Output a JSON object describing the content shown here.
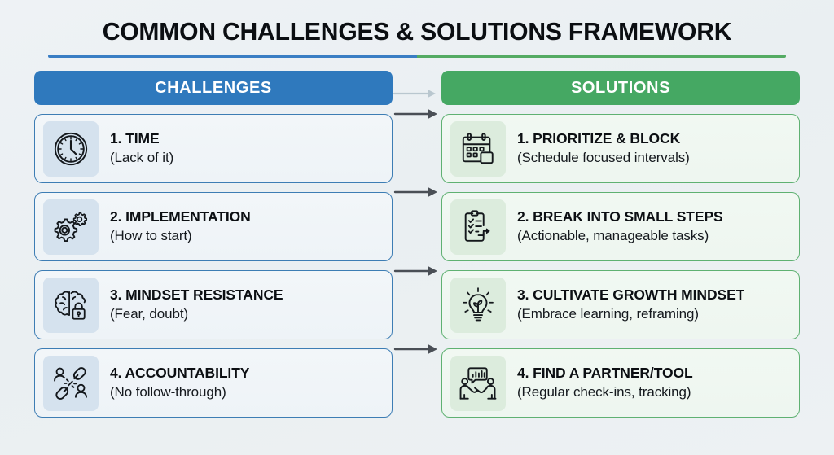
{
  "page": {
    "title": "COMMON CHALLENGES & SOLUTIONS FRAMEWORK",
    "background_color": "#eef2f5",
    "accent_blue": "#2f79bd",
    "accent_green": "#45a863",
    "arrow_color": "#4a4f56",
    "header_arrow_color": "#b9c7cf"
  },
  "columns": {
    "left": {
      "header_label": "CHALLENGES",
      "header_color": "#2f79bd",
      "border_color": "#3d7db4",
      "icon_badge_color": "#d5e2ee",
      "items": [
        {
          "title": "1. TIME",
          "subtitle": "(Lack of it)",
          "icon": "clock-icon"
        },
        {
          "title": "2. IMPLEMENTATION",
          "subtitle": "(How to start)",
          "icon": "gears-icon"
        },
        {
          "title": "3. MINDSET RESISTANCE",
          "subtitle": "(Fear, doubt)",
          "icon": "brain-lock-icon"
        },
        {
          "title": "4. ACCOUNTABILITY",
          "subtitle": "(No follow-through)",
          "icon": "broken-chain-people-icon"
        }
      ]
    },
    "right": {
      "header_label": "SOLUTIONS",
      "header_color": "#45a863",
      "border_color": "#5fb172",
      "icon_badge_color": "#dcecdd",
      "items": [
        {
          "title": "1. PRIORITIZE & BLOCK",
          "subtitle": "(Schedule focused intervals)",
          "icon": "calendar-icon"
        },
        {
          "title": "2. BREAK INTO SMALL STEPS",
          "subtitle": "(Actionable, manageable tasks)",
          "icon": "checklist-clipboard-icon"
        },
        {
          "title": "3. CULTIVATE GROWTH MINDSET",
          "subtitle": "(Embrace learning, reframing)",
          "icon": "lightbulb-plant-icon"
        },
        {
          "title": "4. FIND A PARTNER/TOOL",
          "subtitle": "(Regular check-ins, tracking)",
          "icon": "handshake-chart-icon"
        }
      ]
    }
  },
  "connectors": {
    "header_arrow": "arrow-right-icon",
    "row_arrows": [
      "arrow-right-icon",
      "arrow-right-icon",
      "arrow-right-icon",
      "arrow-right-icon"
    ]
  }
}
